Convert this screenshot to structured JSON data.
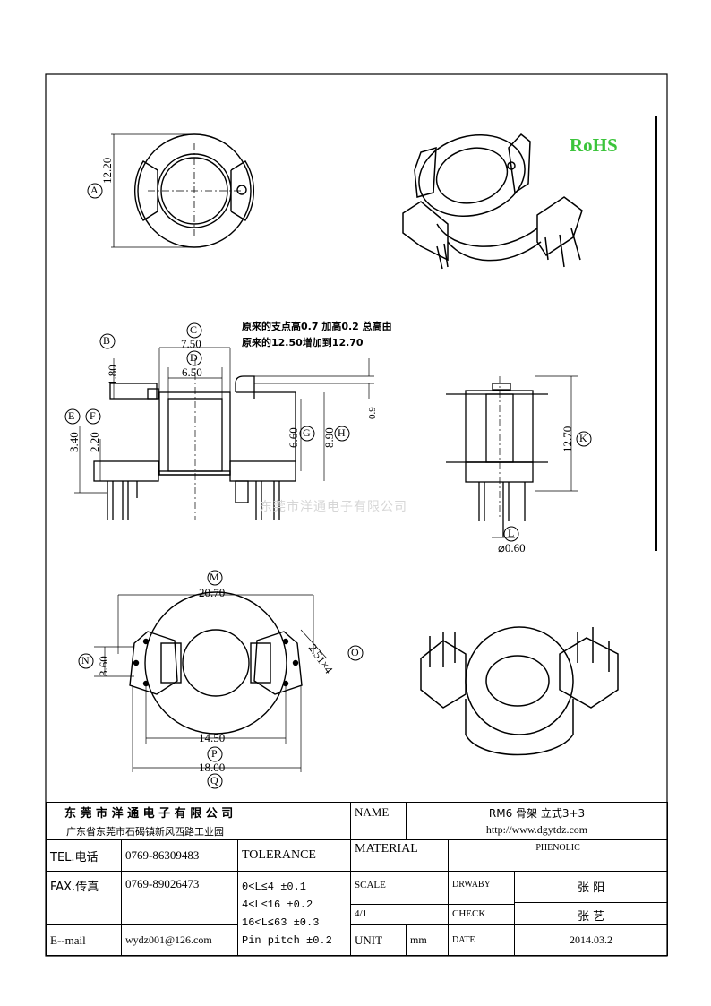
{
  "rohs": "RoHS",
  "note": {
    "line1": "原来的支点高0.7  加高0.2 总高由",
    "line2": "原来的12.50增加到12.70"
  },
  "watermark": "东莞市洋通电子有限公司",
  "dimensions": {
    "A": "12.20",
    "B": "1.80",
    "C": "7.50",
    "D": "6.50",
    "E": "3.40",
    "F": "2.20",
    "G": "6.60",
    "H": "8.90",
    "nine": "0.9",
    "K": "12.70",
    "L": "⌀0.60",
    "M": "20.70",
    "N": "3.60",
    "O": "2.51×4",
    "P": "14.50",
    "Q": "18.00"
  },
  "letters": [
    "A",
    "B",
    "C",
    "D",
    "E",
    "F",
    "G",
    "H",
    "K",
    "L",
    "M",
    "N",
    "O",
    "P",
    "Q"
  ],
  "title_block": {
    "company": "东 莞 市 洋 通 电 子 有 限 公 司",
    "address": "广东省东莞市石碣镇新风西路工业园",
    "name_label": "NAME",
    "name_value": "RM6  骨架  立式3+3",
    "website": "http://www.dgytdz.com",
    "tel_label": "TEL.电话",
    "tel_value": "0769-86309483",
    "fax_label": "FAX.传真",
    "fax_value": "0769-89026473",
    "email_label": "E--mail",
    "email_value": "wydz001@126.com",
    "tolerance_label": "TOLERANCE",
    "tol1": "0<L≤4   ±0.1",
    "tol2": "4<L≤16  ±0.2",
    "tol3": "16<L≤63  ±0.3",
    "tol4": "Pin pitch ±0.2",
    "material_label": "MATERIAL",
    "material_value": "PHENOLIC",
    "scale_label": "SCALE",
    "scale_value": "4/1",
    "drawn_label": "DRWABY",
    "drawn_value": "张  阳",
    "check_label": "CHECK",
    "check_value": "张  艺",
    "unit_label": "UNIT",
    "unit_value": "mm",
    "date_label": "DATE",
    "date_value": "2014.03.2"
  }
}
